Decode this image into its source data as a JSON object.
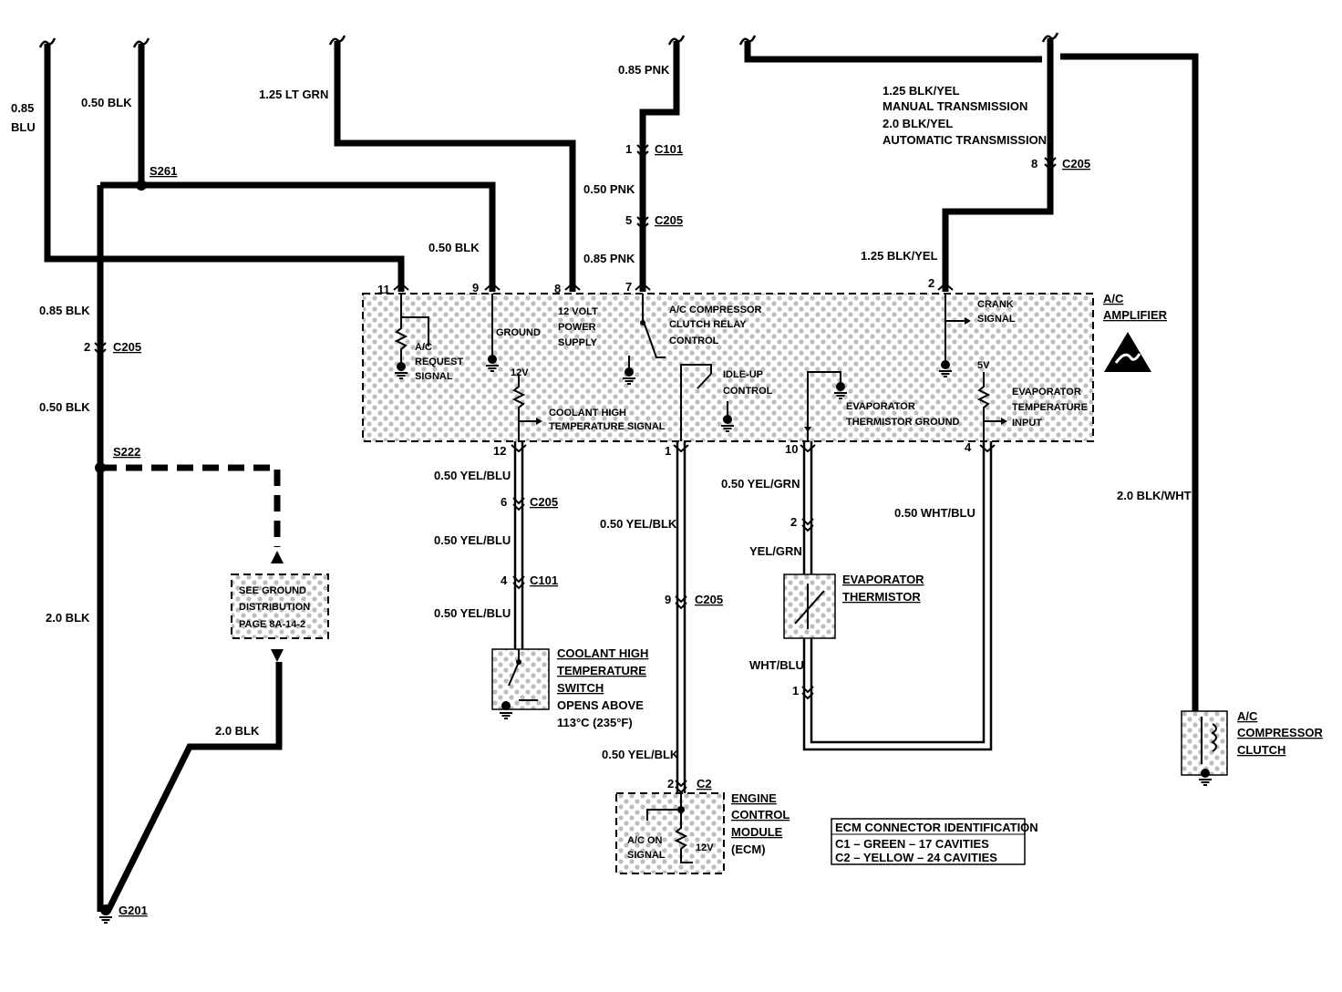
{
  "module": {
    "name_line1": "A/C",
    "name_line2": "AMPLIFIER"
  },
  "wires": {
    "blu_085_a": "0.85",
    "blu_085_b": "BLU",
    "blk_050_top": "0.50 BLK",
    "ltgrn_125": "1.25 LT GRN",
    "pnk_085_top": "0.85 PNK",
    "blkyel_line1": "1.25 BLK/YEL",
    "blkyel_line2": "MANUAL TRANSMISSION",
    "blkyel_line3": "2.0 BLK/YEL",
    "blkyel_line4": "AUTOMATIC TRANSMISSION",
    "blk_050_mid": "0.50 BLK",
    "pnk_050": "0.50 PNK",
    "pnk_085_low": "0.85 PNK",
    "blkyel_125": "1.25 BLK/YEL",
    "blk_085_left": "0.85 BLK",
    "blk_050_left": "0.50 BLK",
    "blk_20_left": "2.0 BLK",
    "blk_20_lower": "2.0 BLK",
    "yelblu_1": "0.50 YEL/BLU",
    "yelblu_2": "0.50 YEL/BLU",
    "yelblu_3": "0.50 YEL/BLU",
    "yelblk_1": "0.50 YEL/BLK",
    "yelblk_2": "0.50 YEL/BLK",
    "yelgrn_1": "0.50 YEL/GRN",
    "yelgrn_2": "YEL/GRN",
    "whtblu_1": "0.50 WHT/BLU",
    "whtblu_2": "WHT/BLU",
    "blkwht": "2.0 BLK/WHT"
  },
  "connectors": {
    "c101_top": "C101",
    "c205_top": "C205",
    "c205_right": "C205",
    "c205_left": "C205",
    "c205_yelblu": "C205",
    "c101_yelblu": "C101",
    "c205_yelblk": "C205",
    "c2": "C2"
  },
  "pins": {
    "p11": "11",
    "p9": "9",
    "p8": "8",
    "p7": "7",
    "p2": "2",
    "p12": "12",
    "p1": "1",
    "p10": "10",
    "p4": "4",
    "c101_pin": "1",
    "c205_pnk_pin": "5",
    "c205_blkyel_pin": "8",
    "c205_left_pin": "2",
    "c205_yelblu_pin": "6",
    "c101_yelblu_pin": "4",
    "c205_yelblk_pin": "9",
    "c2_pin": "2",
    "therm_top_pin": "2",
    "therm_bot_pin": "1"
  },
  "splices": {
    "s261": "S261",
    "s222": "S222",
    "g201": "G201"
  },
  "internal": {
    "ac_request_1": "A/C",
    "ac_request_2": "REQUEST",
    "ac_request_3": "SIGNAL",
    "ground": "GROUND",
    "power_1": "12 VOLT",
    "power_2": "POWER",
    "power_3": "SUPPLY",
    "relay_1": "A/C COMPRESSOR",
    "relay_2": "CLUTCH RELAY",
    "relay_3": "CONTROL",
    "crank_1": "CRANK",
    "crank_2": "SIGNAL",
    "v12": "12V",
    "coolant_sig_1": "COOLANT HIGH",
    "coolant_sig_2": "TEMPERATURE SIGNAL",
    "idle_1": "IDLE-UP",
    "idle_2": "CONTROL",
    "evap_gnd_1": "EVAPORATOR",
    "evap_gnd_2": "THERMISTOR GROUND",
    "v5": "5V",
    "evap_in_1": "EVAPORATOR",
    "evap_in_2": "TEMPERATURE",
    "evap_in_3": "INPUT"
  },
  "components": {
    "ground_dist_1": "SEE GROUND",
    "ground_dist_2": "DISTRIBUTION",
    "ground_dist_3": "PAGE 8A-14-2",
    "coolant_switch_1": "COOLANT HIGH",
    "coolant_switch_2": "TEMPERATURE",
    "coolant_switch_3": "SWITCH",
    "coolant_switch_4": "OPENS ABOVE",
    "coolant_switch_5": "113°C (235°F)",
    "thermistor_1": "EVAPORATOR",
    "thermistor_2": "THERMISTOR",
    "ecm_1": "ENGINE",
    "ecm_2": "CONTROL",
    "ecm_3": "MODULE",
    "ecm_4": "(ECM)",
    "ecm_sig_1": "A/C ON",
    "ecm_sig_2": "SIGNAL",
    "ecm_12v": "12V",
    "clutch_1": "A/C",
    "clutch_2": "COMPRESSOR",
    "clutch_3": "CLUTCH"
  },
  "legend": {
    "title": "ECM CONNECTOR IDENTIFICATION",
    "c1": "C1 – GREEN – 17 CAVITIES",
    "c2": "C2 – YELLOW – 24 CAVITIES"
  }
}
